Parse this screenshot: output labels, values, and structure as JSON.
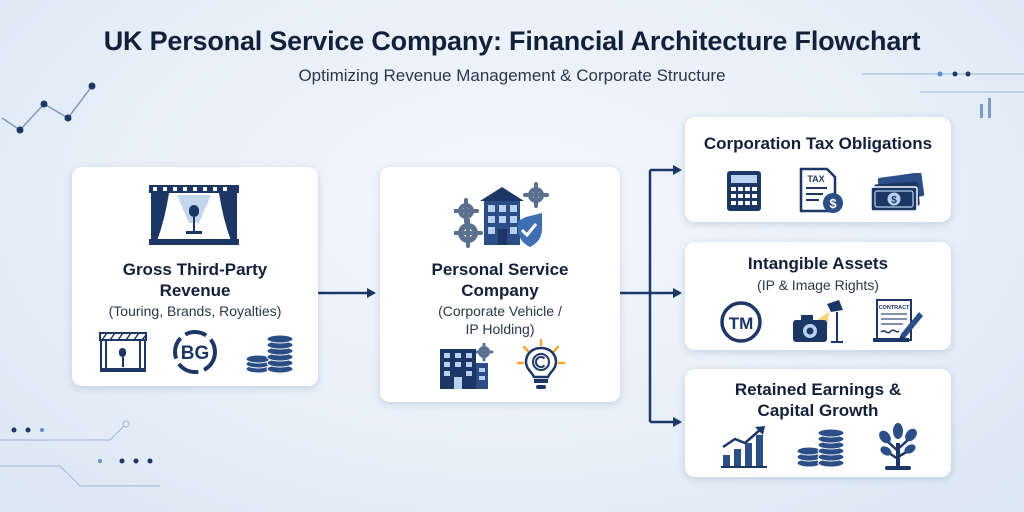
{
  "header": {
    "title": "UK Personal Service Company: Financial Architecture Flowchart",
    "subtitle": "Optimizing Revenue Management & Corporate Structure"
  },
  "nodes": {
    "revenue": {
      "title_line1": "Gross Third-Party",
      "title_line2": "Revenue",
      "detail": "(Touring, Brands, Royalties)",
      "logo_text": "BG"
    },
    "psc": {
      "title_line1": "Personal Service",
      "title_line2": "Company",
      "detail_line1": "(Corporate Vehicle /",
      "detail_line2": "IP Holding)"
    },
    "tax": {
      "title": "Corporation Tax Obligations",
      "form_label": "TAX"
    },
    "assets": {
      "title": "Intangible Assets",
      "detail": "(IP & Image Rights)",
      "trademark_text": "TM",
      "contract_label": "CONTRACT"
    },
    "earnings": {
      "title_line1": "Retained Earnings &",
      "title_line2": "Capital Growth"
    }
  },
  "colors": {
    "primary": "#1c3766",
    "accent": "#5b8fd0",
    "title": "#13203a",
    "background": "#e6eef8"
  }
}
